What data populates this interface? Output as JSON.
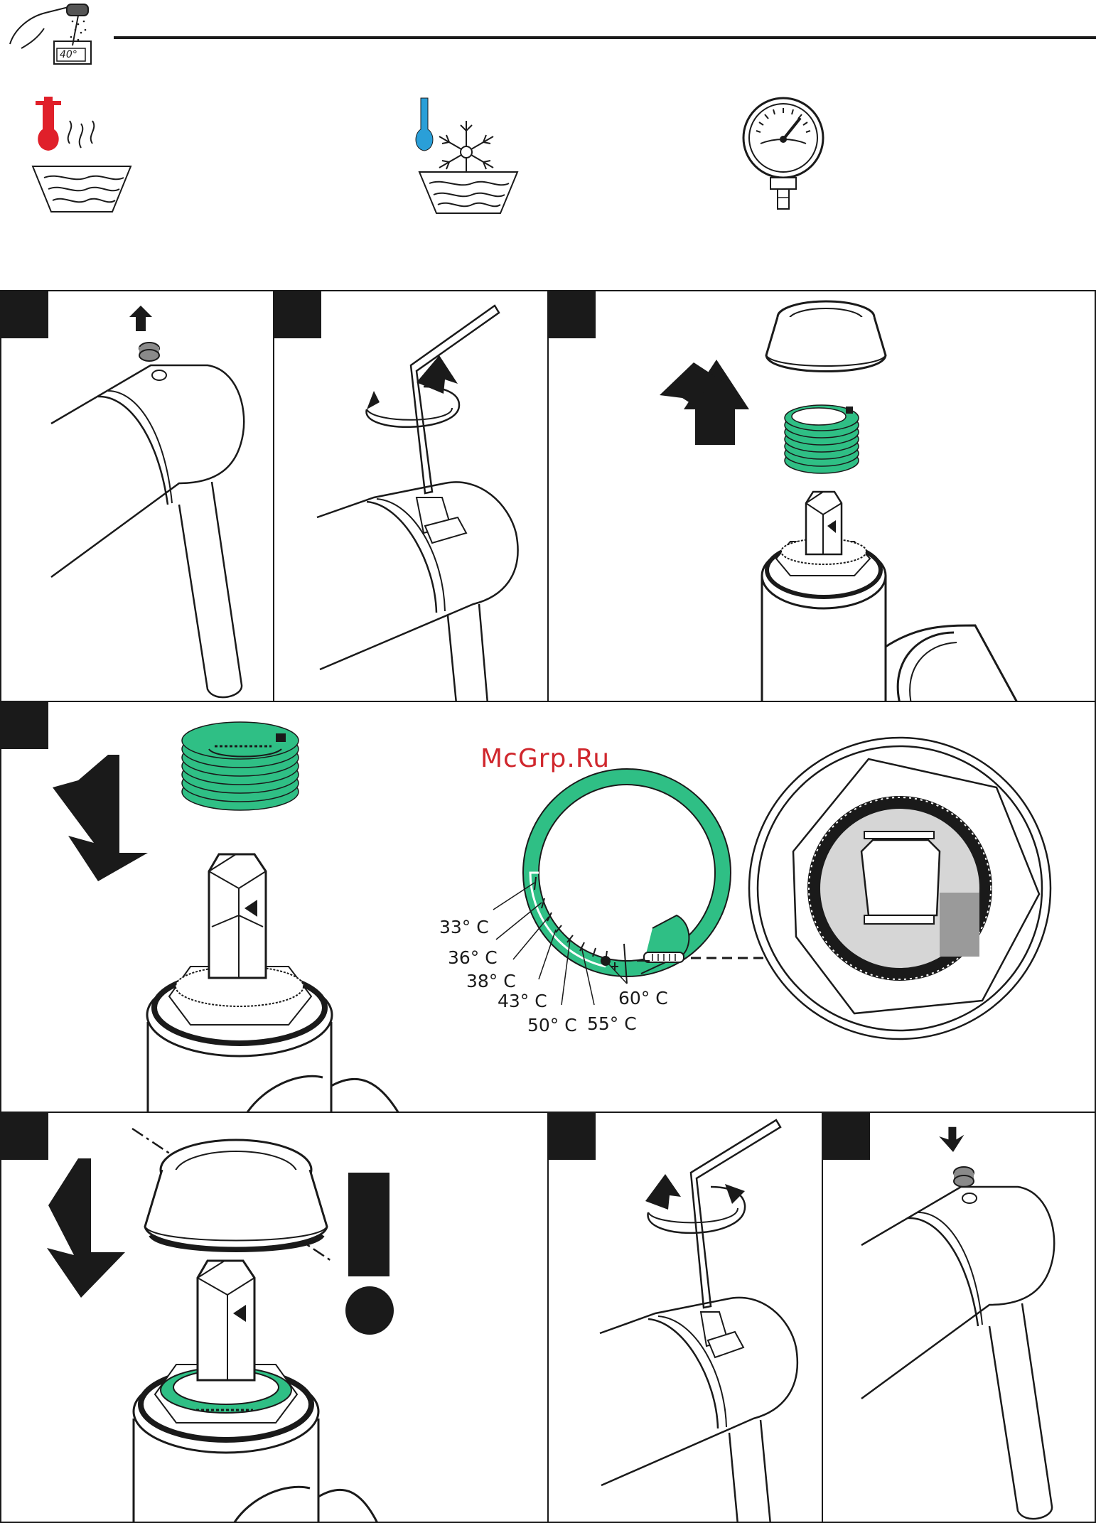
{
  "header": {
    "thermometer_display": "40°",
    "icons": [
      "hand-shower-thermometer-icon",
      "hot-water-icon",
      "cold-water-icon",
      "pressure-gauge-icon"
    ]
  },
  "watermark": "McGrp.Ru",
  "temperature_scale": [
    "33° C",
    "36° C",
    "38° C",
    "43° C",
    "50° C",
    "55° C",
    "60° C"
  ],
  "colors": {
    "line": "#1a1a1a",
    "green": "#2fbf85",
    "hot": "#e0202a",
    "cold": "#2a9fd8",
    "watermark": "#d0272d",
    "grey": "#9a9a9a"
  }
}
